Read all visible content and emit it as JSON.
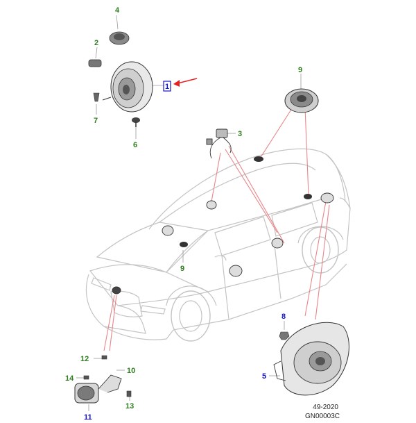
{
  "callouts": {
    "c1": "1",
    "c2": "2",
    "c3": "3",
    "c4": "4",
    "c5": "5",
    "c6": "6",
    "c7": "7",
    "c8": "8",
    "c9_top": "9",
    "c9_center": "9",
    "c10": "10",
    "c11": "11",
    "c12": "12",
    "c13": "13",
    "c14": "14"
  },
  "footer": {
    "date": "49-2020",
    "code": "GN00003C"
  },
  "colors": {
    "callout_green": "#2e7d1e",
    "callout_blue": "#1515c8",
    "leader_red": "#e8868a",
    "arrow_red": "#e82020",
    "line_gray": "#bdbdbd",
    "part_dark": "#333333"
  }
}
